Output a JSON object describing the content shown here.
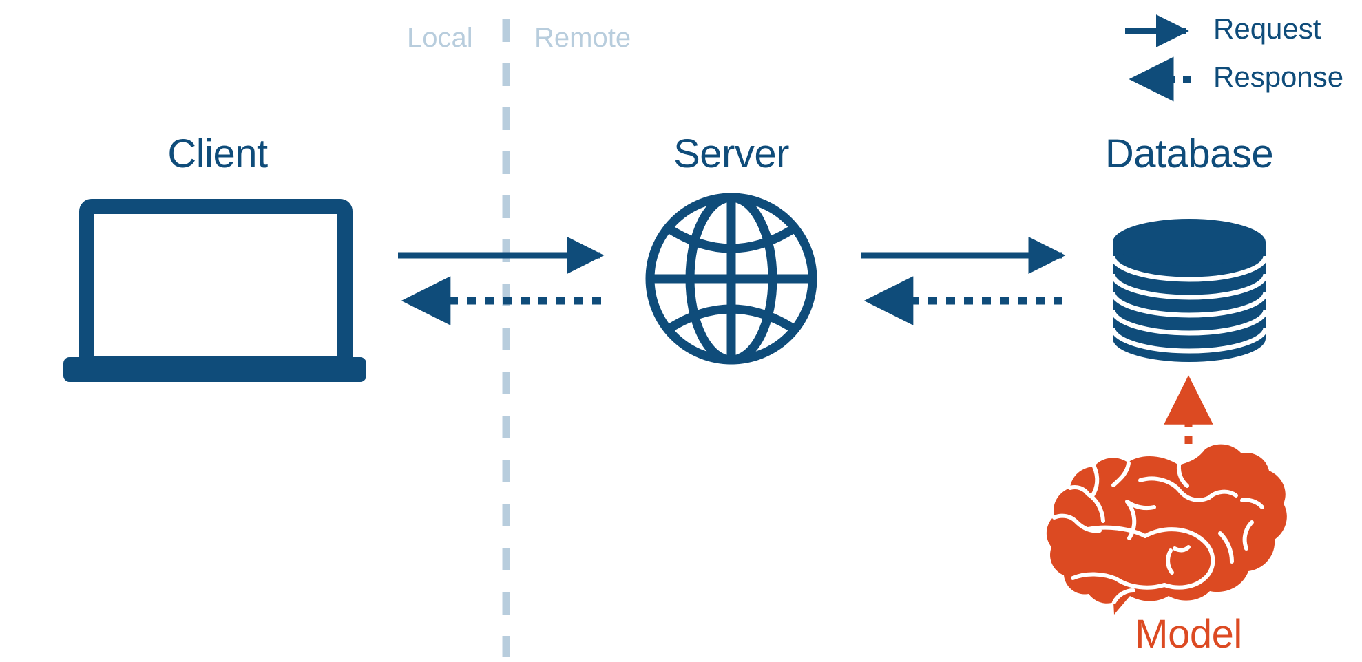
{
  "diagram": {
    "title": "Client-Server-Database architecture with Model",
    "background_color": "#ffffff",
    "primary_color": "#0f4c7a",
    "accent_color": "#dc4a22",
    "divider_color": "#b8cddd"
  },
  "zones": {
    "local_label": "Local",
    "remote_label": "Remote"
  },
  "nodes": [
    {
      "id": "client",
      "label": "Client",
      "icon": "laptop-icon",
      "color": "#0f4c7a"
    },
    {
      "id": "server",
      "label": "Server",
      "icon": "globe-icon",
      "color": "#0f4c7a"
    },
    {
      "id": "database",
      "label": "Database",
      "icon": "database-icon",
      "color": "#0f4c7a"
    },
    {
      "id": "model",
      "label": "Model",
      "icon": "brain-icon",
      "color": "#dc4a22"
    }
  ],
  "legend": {
    "items": [
      {
        "id": "request",
        "label": "Request",
        "style": "solid",
        "color": "#0f4c7a",
        "icon": "arrow-right-solid-icon"
      },
      {
        "id": "response",
        "label": "Response",
        "style": "dotted",
        "color": "#0f4c7a",
        "icon": "arrow-left-dotted-icon"
      }
    ]
  },
  "connections": [
    {
      "id": "client-to-server",
      "from": "client",
      "to": "server",
      "kind": "Request",
      "style": "solid",
      "direction": "right",
      "color": "#0f4c7a"
    },
    {
      "id": "server-to-client",
      "from": "server",
      "to": "client",
      "kind": "Response",
      "style": "dotted",
      "direction": "left",
      "color": "#0f4c7a"
    },
    {
      "id": "server-to-database",
      "from": "server",
      "to": "database",
      "kind": "Request",
      "style": "solid",
      "direction": "right",
      "color": "#0f4c7a"
    },
    {
      "id": "database-to-server",
      "from": "database",
      "to": "server",
      "kind": "Response",
      "style": "dotted",
      "direction": "left",
      "color": "#0f4c7a"
    },
    {
      "id": "model-to-database",
      "from": "model",
      "to": "database",
      "kind": "Feeds",
      "style": "dotted",
      "direction": "up",
      "color": "#dc4a22"
    }
  ]
}
